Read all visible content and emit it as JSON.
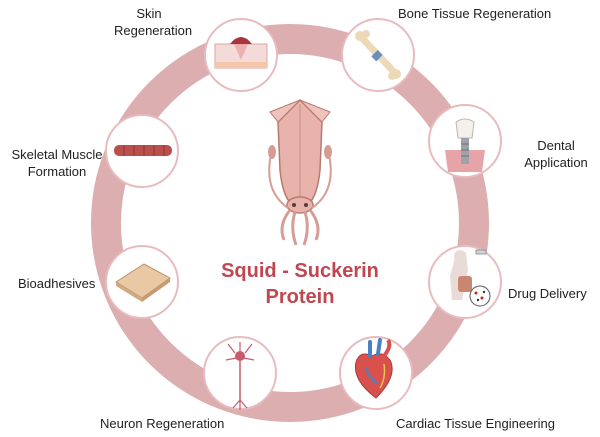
{
  "title": {
    "line1": "Squid - Suckerin",
    "line2": "Protein"
  },
  "applications": {
    "skin": {
      "line1": "Skin",
      "line2": "Regeneration"
    },
    "bone": {
      "label": "Bone Tissue Regeneration"
    },
    "dental": {
      "line1": "Dental",
      "line2": "Application"
    },
    "drug": {
      "label": "Drug Delivery"
    },
    "cardiac": {
      "label": "Cardiac Tissue Engineering"
    },
    "neuron": {
      "label": "Neuron Regeneration"
    },
    "bioadhesives": {
      "label": "Bioadhesives"
    },
    "muscle": {
      "line1": "Skeletal Muscle",
      "line2": "Formation"
    }
  },
  "colors": {
    "ring": "#dcaeb0",
    "node_border": "#e8bcbe",
    "title": "#c0474f",
    "squid": "#e7b3ab"
  }
}
